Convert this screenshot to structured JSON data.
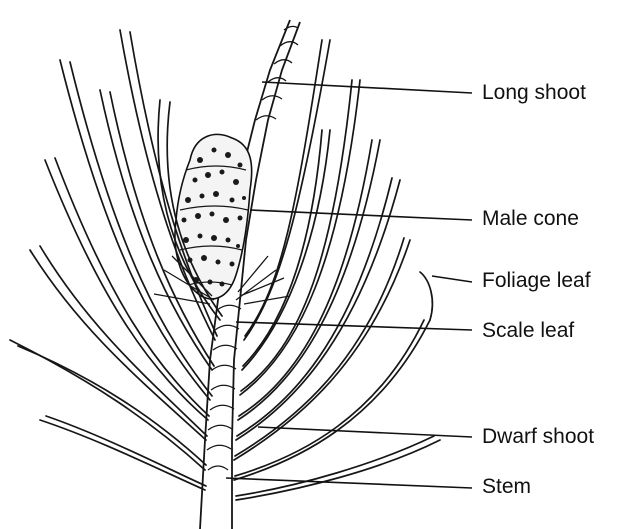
{
  "labels": {
    "long_shoot": "Long shoot",
    "male_cone": "Male cone",
    "foliage_leaf": "Foliage leaf",
    "scale_leaf": "Scale leaf",
    "dwarf_shoot": "Dwarf shoot",
    "stem": "Stem"
  }
}
